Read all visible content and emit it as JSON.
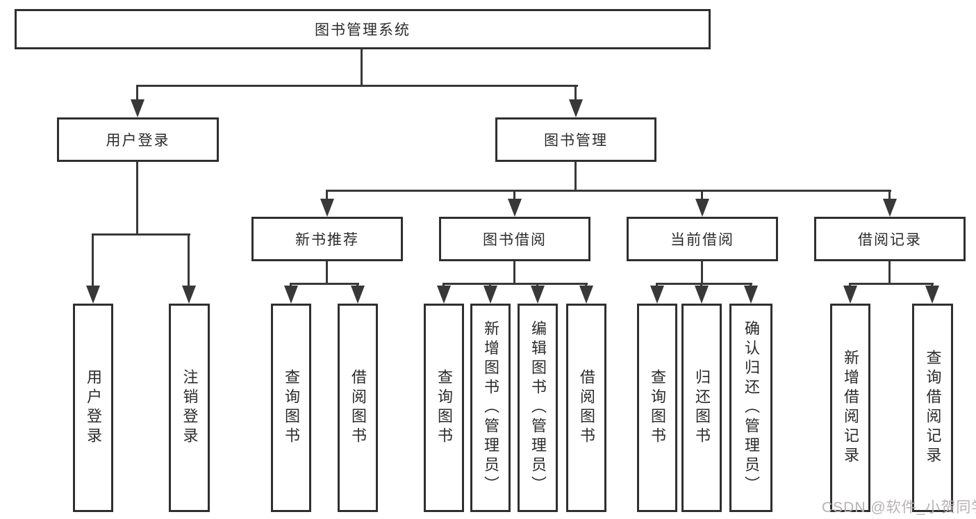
{
  "diagram": {
    "title": "图书管理系统",
    "root": {
      "label": "图书管理系统"
    },
    "level2": [
      {
        "label": "用户登录"
      },
      {
        "label": "图书管理"
      }
    ],
    "level3": [
      {
        "label": "新书推荐"
      },
      {
        "label": "图书借阅"
      },
      {
        "label": "当前借阅"
      },
      {
        "label": "借阅记录"
      }
    ],
    "leaves": {
      "user_login": [
        "用户登录",
        "注销登录"
      ],
      "new_book": [
        "查询图书",
        "借阅图书"
      ],
      "book_borrow": [
        "查询图书",
        "新增图书（管理员）",
        "编辑图书（管理员）",
        "借阅图书"
      ],
      "current_borrow": [
        "查询图书",
        "归还图书",
        "确认归还（管理员）"
      ],
      "borrow_record": [
        "新增借阅记录",
        "查询借阅记录"
      ]
    }
  },
  "watermark": {
    "text": "CSDN @软件_小贺同学"
  },
  "colors": {
    "line": "#383838",
    "border": "#2f2f2f",
    "text": "#2b2b2b",
    "watermark": "#b6b1b4",
    "background": "#ffffff"
  }
}
